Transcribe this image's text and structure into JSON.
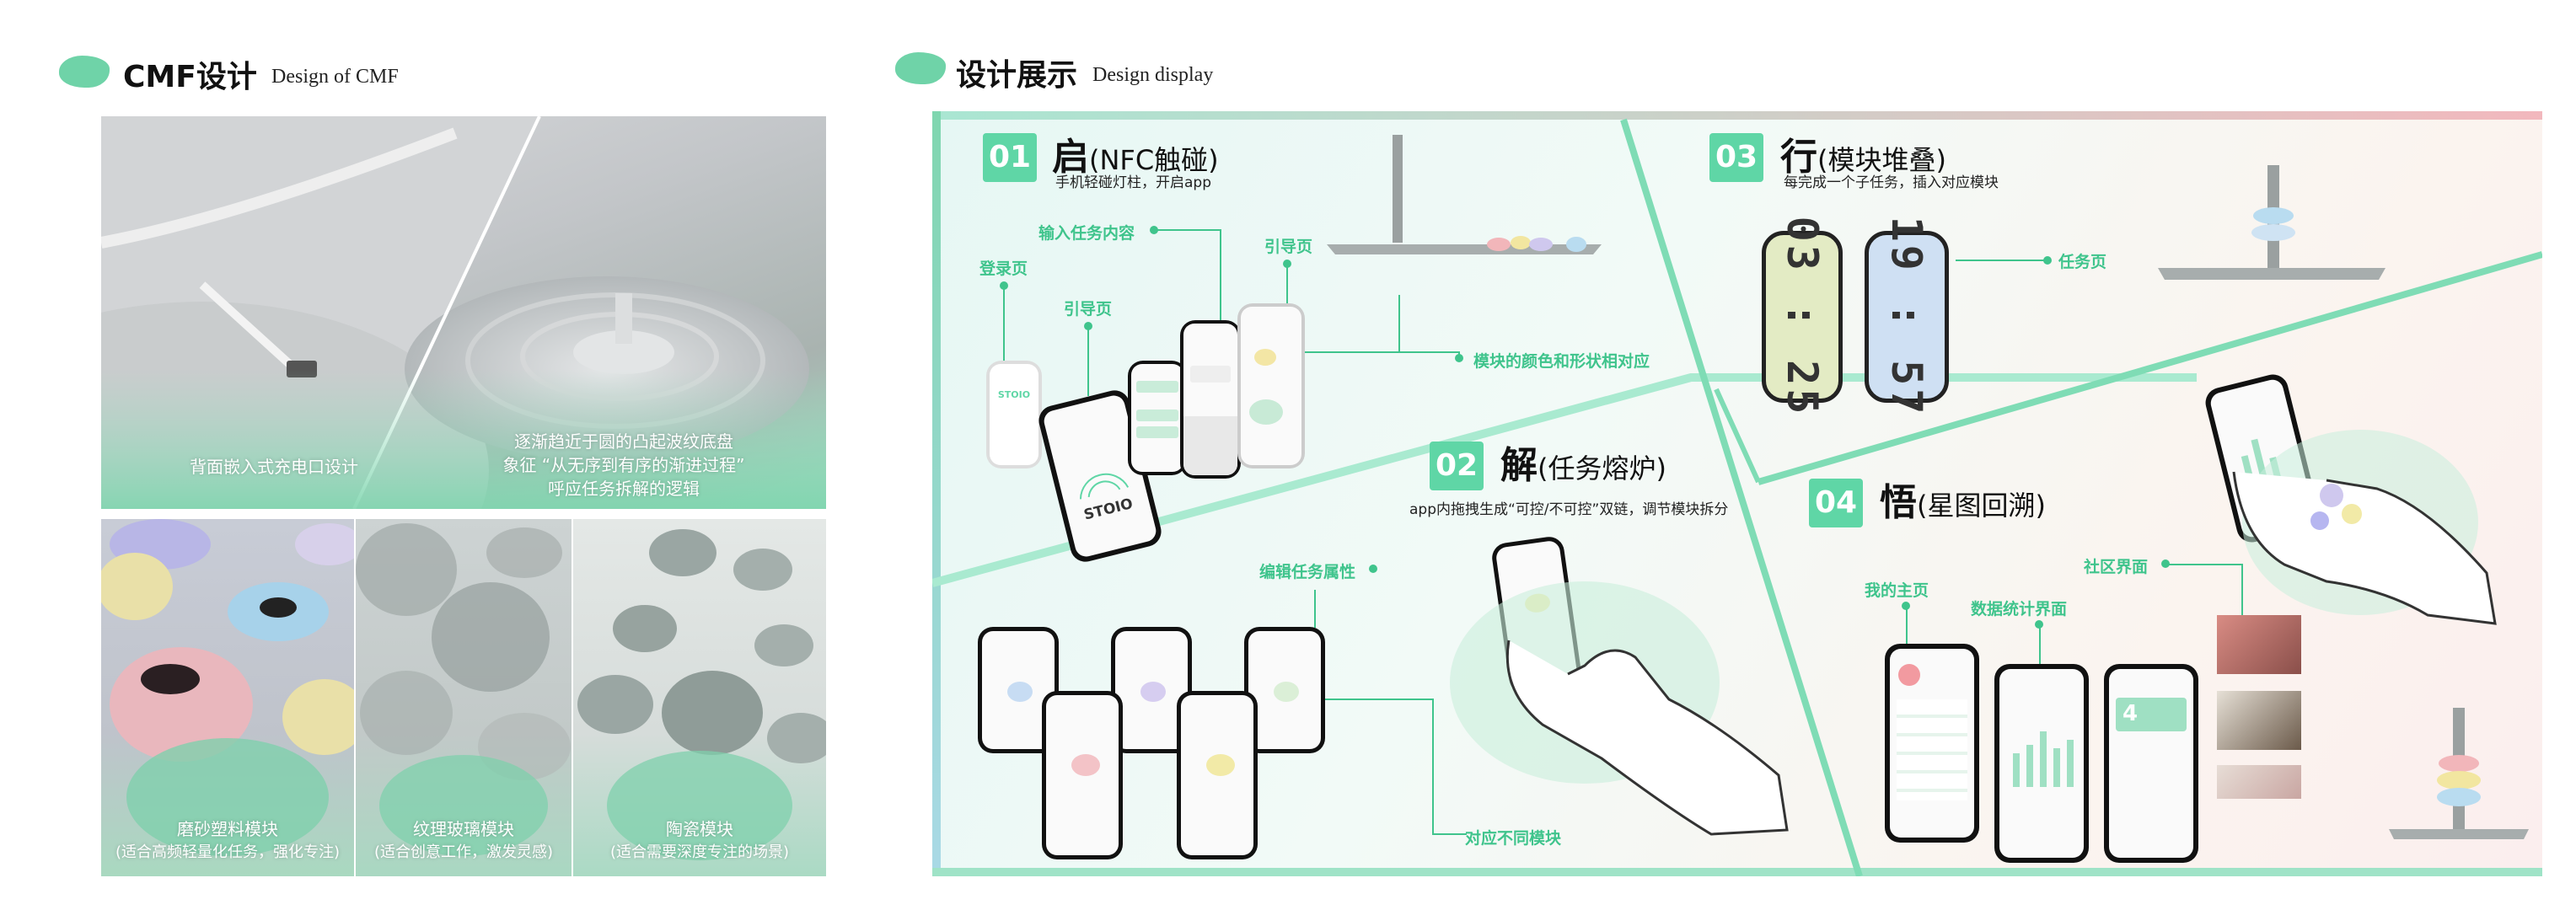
{
  "left_section": {
    "title": "CMF设计",
    "subtitle": "Design of CMF",
    "captions": {
      "charging": "背面嵌入式充电口设计",
      "ripple_line1": "逐渐趋近于圆的凸起波纹底盘",
      "ripple_line2": "象征 “从无序到有序的渐进过程”",
      "ripple_line3": "呼应任务拆解的逻辑",
      "plastic_line1": "磨砂塑料模块",
      "plastic_line2": "(适合高频轻量化任务，强化专注)",
      "glass_line1": "纹理玻璃模块",
      "glass_line2": "(适合创意工作，激发灵感)",
      "ceramic_line1": "陶瓷模块",
      "ceramic_line2": "(适合需要深度专注的场景)"
    }
  },
  "right_section": {
    "title": "设计展示",
    "subtitle": "Design display",
    "steps": [
      {
        "num": "01",
        "char": "启",
        "name": "(NFC触碰)",
        "desc": "手机轻碰灯柱，开启app"
      },
      {
        "num": "02",
        "char": "解",
        "name": "(任务熔炉)",
        "desc": "app内拖拽生成“可控/不可控”双链，调节模块拆分"
      },
      {
        "num": "03",
        "char": "行",
        "name": "(模块堆叠)",
        "desc": "每完成一个子任务，插入对应模块"
      },
      {
        "num": "04",
        "char": "悟",
        "name": "(星图回溯)",
        "desc": ""
      }
    ],
    "labels": {
      "input_task": "输入任务内容",
      "login_page": "登录页",
      "guide_page_1": "引导页",
      "guide_page_2": "引导页",
      "module_color": "模块的颜色和形状相对应",
      "task_page": "任务页",
      "edit_attr": "编辑任务属性",
      "diff_module": "对应不同模块",
      "my_home": "我的主页",
      "stats_page": "数据统计界面",
      "community_page": "社区界面"
    },
    "clocks": [
      "03 : 25",
      "19 : 57"
    ],
    "app_logo": "STOIO",
    "stat_big_number": "4"
  },
  "colors": {
    "accent": "#5fd6a6",
    "label_green": "#3fc48c",
    "frame_top": "#f2b8bd",
    "frame_left": "#a9d9e6"
  }
}
